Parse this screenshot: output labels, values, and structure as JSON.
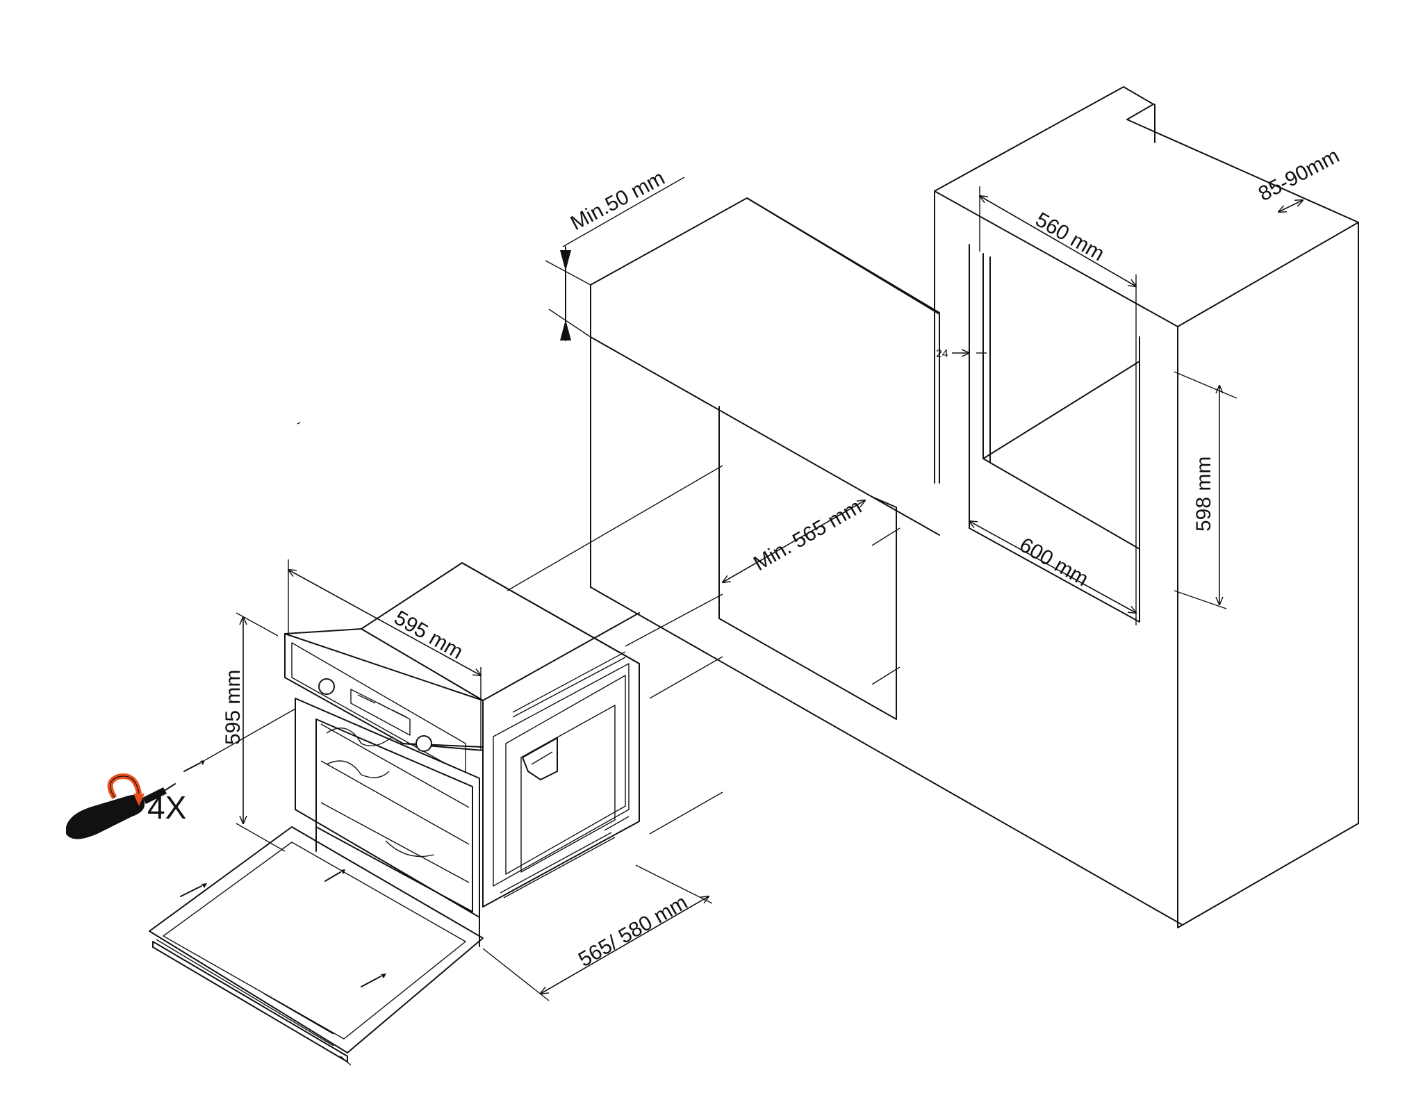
{
  "colors": {
    "line": "#111111",
    "background": "#ffffff",
    "rotation_arrow": "#e8501e",
    "screwdriver": "#111111"
  },
  "icons": {
    "screwdriver": "screwdriver-icon",
    "rotation_arrow": "rotate-arrow-icon"
  },
  "dimensions": {
    "min_50": "Min.50 mm",
    "min_565": "Min. 565 mm",
    "w_560": "560 mm",
    "depth_85_90": "85-90mm",
    "gap_24": "24",
    "h_598": "598 mm",
    "w_600": "600 mm",
    "oven_width_595": "595 mm",
    "oven_height_595": "595 mm",
    "oven_depth_565_580": "565/ 580 mm"
  },
  "screw_count": "4X"
}
